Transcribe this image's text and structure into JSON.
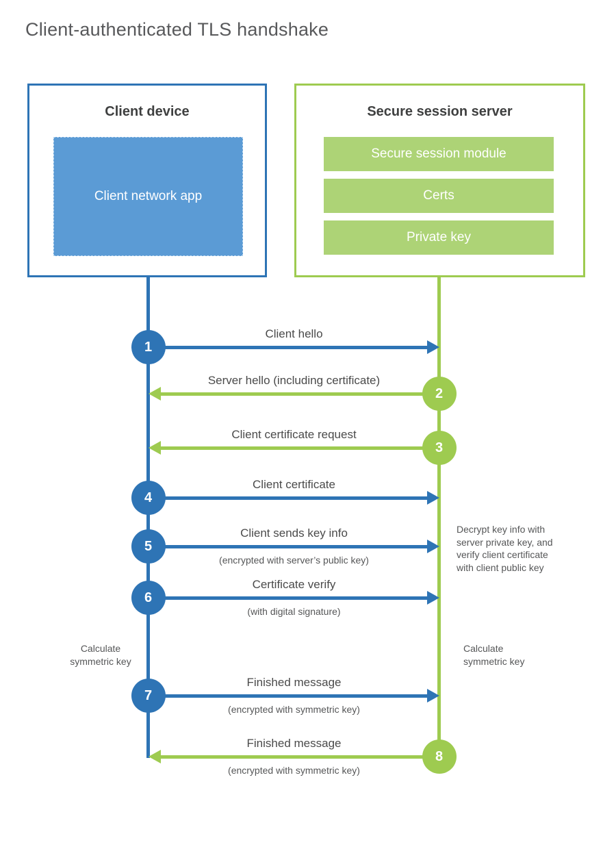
{
  "title": "Client-authenticated TLS handshake",
  "client": {
    "heading": "Client device",
    "app_label": "Client network app"
  },
  "server": {
    "heading": "Secure session server",
    "modules": [
      "Secure session module",
      "Certs",
      "Private key"
    ]
  },
  "messages": [
    {
      "num": "1",
      "from": "client",
      "label": "Client hello",
      "sub": ""
    },
    {
      "num": "2",
      "from": "server",
      "label": "Server hello (including certificate)",
      "sub": ""
    },
    {
      "num": "3",
      "from": "server",
      "label": "Client certificate request",
      "sub": ""
    },
    {
      "num": "4",
      "from": "client",
      "label": "Client certificate",
      "sub": ""
    },
    {
      "num": "5",
      "from": "client",
      "label": "Client sends key info",
      "sub": "(encrypted with server’s public key)"
    },
    {
      "num": "6",
      "from": "client",
      "label": "Certificate verify",
      "sub": "(with digital signature)"
    },
    {
      "num": "7",
      "from": "client",
      "label": "Finished message",
      "sub": "(encrypted with symmetric key)"
    },
    {
      "num": "8",
      "from": "server",
      "label": "Finished message",
      "sub": "(encrypted with symmetric key)"
    }
  ],
  "notes": {
    "decrypt_note": "Decrypt key info with\nserver private key, and\nverify client certificate\nwith client public key",
    "calc_left": "Calculate\nsymmetric key",
    "calc_right": "Calculate\nsymmetric key"
  },
  "colors": {
    "blue": "#2e74b5",
    "blue_fill": "#5b9bd5",
    "green": "#9ecb50",
    "green_fill": "#add376"
  }
}
